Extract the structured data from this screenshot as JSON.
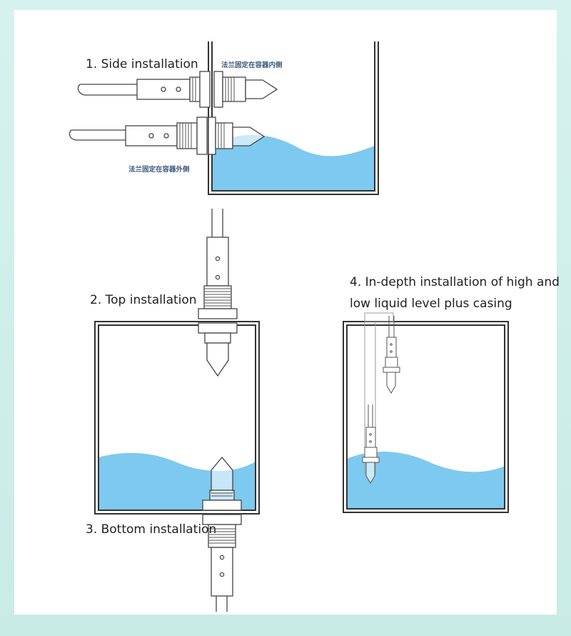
{
  "labels": {
    "side": "1. Side installation",
    "flange_inner": "法兰固定在容器内侧",
    "flange_outer": "法兰固定在容器外侧",
    "top": "2. Top installation",
    "bottom": "3. Bottom installation",
    "deep_line1": "4. In-depth installation of high and",
    "deep_line2": "low liquid level plus casing"
  },
  "colors": {
    "background": "#cfeeea",
    "panel": "#ffffff",
    "water": "#7ec9ef",
    "outline": "#333333"
  }
}
